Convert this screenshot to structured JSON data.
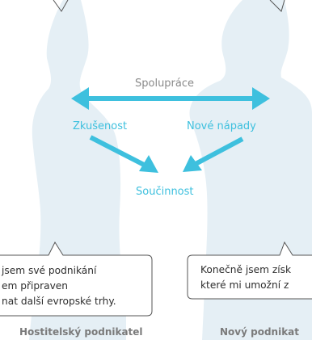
{
  "diagram": {
    "top_label": "Spolupráce",
    "left_label": "Zkušenost",
    "right_label": "Nové nápady",
    "bottom_label": "Součinnost"
  },
  "bubbles": {
    "left": [
      "jsem své podnikání",
      "em připraven",
      "nat další evropské trhy."
    ],
    "right": [
      "Konečně jsem získ",
      "které mi umožní z"
    ]
  },
  "captions": {
    "left": "Hostitelský podnikatel",
    "right": "Nový podnikat"
  },
  "colors": {
    "accent": "#3ec0de",
    "silhouette": "#e5eff5",
    "bubble_border": "#555555",
    "label_gray": "#8a8a8a"
  }
}
